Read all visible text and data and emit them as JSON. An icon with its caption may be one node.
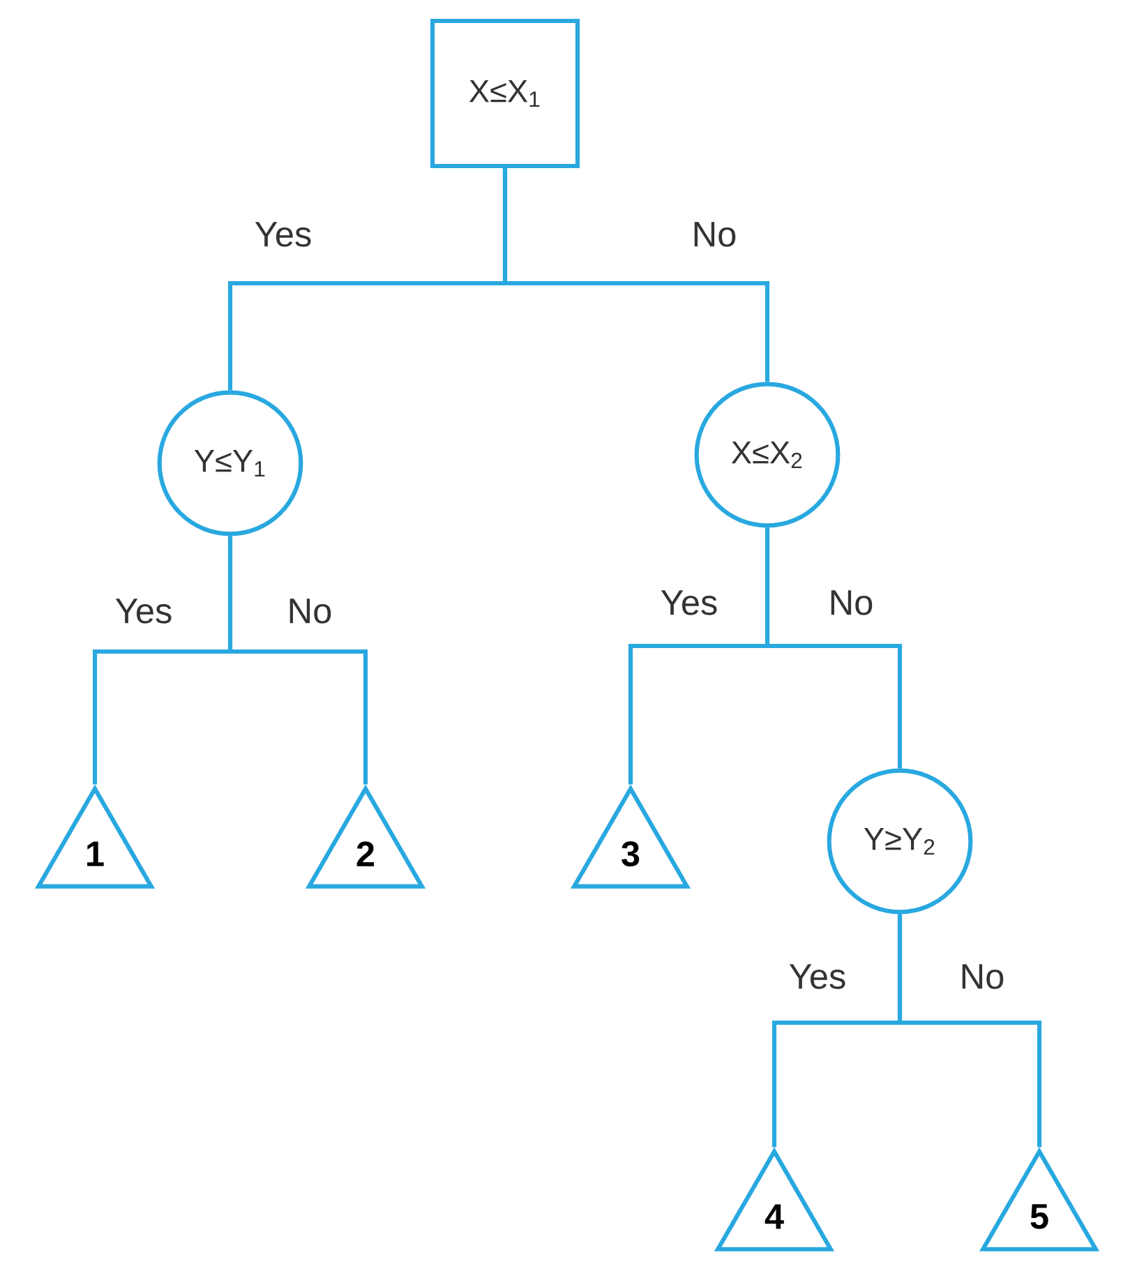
{
  "diagram": {
    "nodes": [
      {
        "text": [
          "X≤X$_{1}$"
        ]
      },
      {
        "text": [
          "Y≤Y$_{1}$"
        ]
      },
      {
        "text": [
          "X≤X$_{2}$"
        ]
      },
      {
        "text": [
          "1"
        ]
      },
      {
        "text": [
          "2"
        ]
      },
      {
        "text": [
          "3"
        ]
      },
      {
        "text": [
          "Y≥Y$_{2}$"
        ]
      },
      {
        "text": [
          "4"
        ]
      },
      {
        "text": [
          "5"
        ]
      }
    ],
    "edges": [
      {
        "from": 0,
        "to": 1,
        "arrow": "none",
        "label": "Yes"
      },
      {
        "from": 0,
        "to": 2,
        "arrow": "none",
        "label": "No"
      },
      {
        "from": 1,
        "to": 3,
        "arrow": "none",
        "label": "Yes"
      },
      {
        "from": 1,
        "to": 4,
        "arrow": "none",
        "label": "No"
      },
      {
        "from": 2,
        "to": 5,
        "arrow": "none",
        "label": "Yes"
      },
      {
        "from": 2,
        "to": 6,
        "arrow": "none",
        "label": "No"
      },
      {
        "from": 6,
        "to": 7,
        "arrow": "none",
        "label": "Yes"
      },
      {
        "from": 6,
        "to": 8,
        "arrow": "none",
        "label": "No"
      }
    ]
  }
}
